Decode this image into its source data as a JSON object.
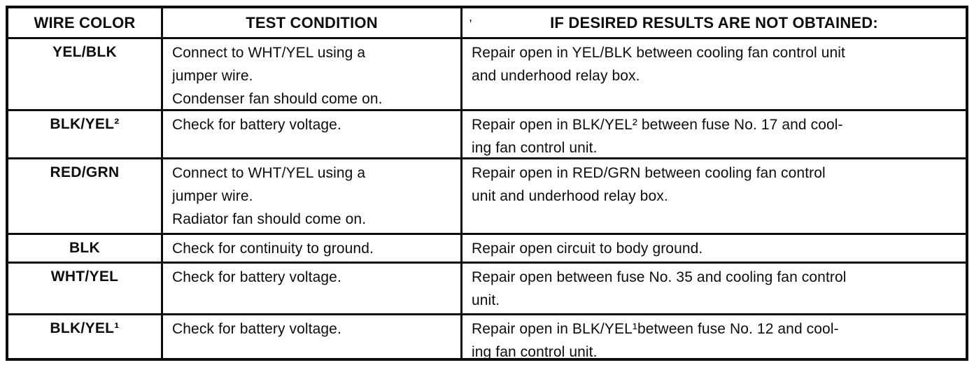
{
  "table": {
    "columns": [
      {
        "label": "WIRE COLOR"
      },
      {
        "label": "TEST CONDITION"
      },
      {
        "label": "IF DESIRED RESULTS ARE NOT OBTAINED:"
      }
    ],
    "header_stray_mark": ",",
    "rows": [
      {
        "wire_color": "YEL/BLK",
        "test_condition": "Connect to WHT/YEL using a\njumper wire.\nCondenser fan should come on.",
        "if_not_obtained": "Repair open in YEL/BLK between cooling fan control unit\nand underhood relay box."
      },
      {
        "wire_color": "BLK/YEL²",
        "test_condition": "Check for battery voltage.",
        "if_not_obtained": "Repair open in BLK/YEL² between fuse No. 17 and cool-\ning fan control unit."
      },
      {
        "wire_color": "RED/GRN",
        "test_condition": "Connect to WHT/YEL using a\njumper wire.\nRadiator fan should come on.",
        "if_not_obtained": "Repair open in RED/GRN between cooling fan control\nunit and underhood relay box."
      },
      {
        "wire_color": "BLK",
        "test_condition": "Check for continuity to ground.",
        "if_not_obtained": "Repair open circuit to body ground."
      },
      {
        "wire_color": "WHT/YEL",
        "test_condition": "Check for battery voltage.",
        "if_not_obtained": "Repair open between fuse No. 35 and cooling fan control\nunit."
      },
      {
        "wire_color": "BLK/YEL¹",
        "test_condition": "Check for battery voltage.",
        "if_not_obtained": "Repair open in BLK/YEL¹between fuse No. 12 and cool-\ning fan control unit."
      }
    ],
    "colors": {
      "line": "#0d0d0d",
      "background": "#ffffff",
      "text": "#0d0d0d"
    }
  }
}
